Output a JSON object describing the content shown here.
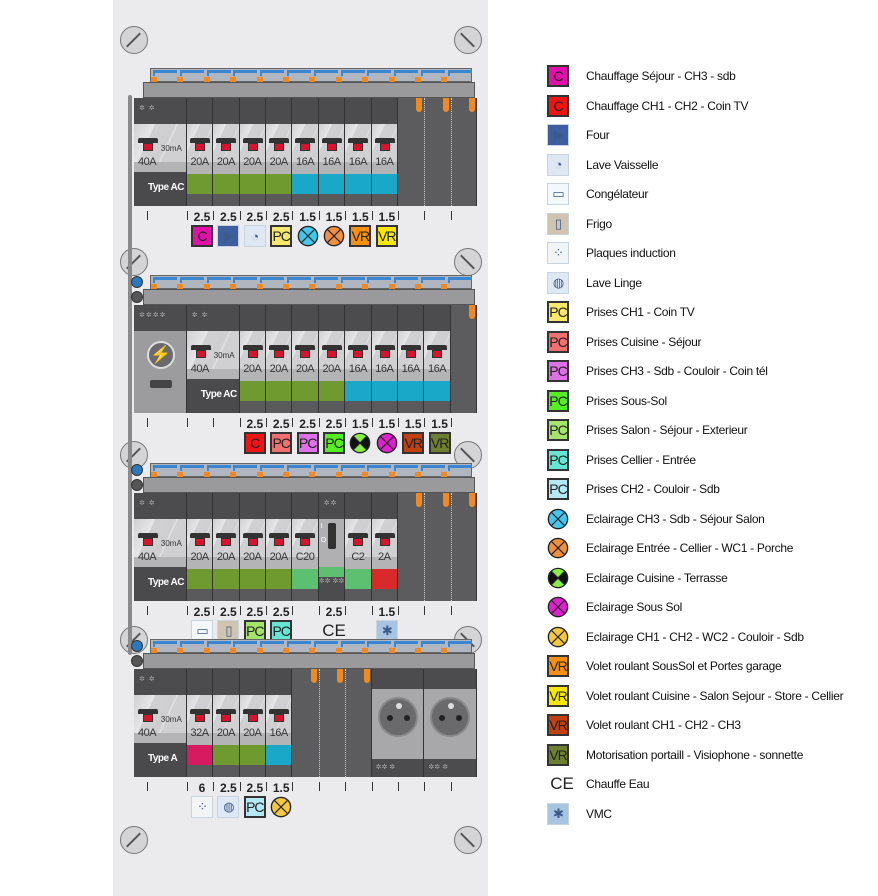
{
  "panel_rows": [
    {
      "columns": [
        {
          "type": "diff",
          "size": 2,
          "rating": "40A",
          "sensitivity": "30mA",
          "label": "Type AC"
        },
        {
          "type": "breaker",
          "rating": "20A",
          "color": "#6f9a30",
          "section": "2.5",
          "icon": "c_magenta"
        },
        {
          "type": "breaker",
          "rating": "20A",
          "color": "#6f9a30",
          "section": "2.5",
          "icon": "four"
        },
        {
          "type": "breaker",
          "rating": "20A",
          "color": "#6f9a30",
          "section": "2.5",
          "icon": "lave_vaisselle"
        },
        {
          "type": "breaker",
          "rating": "20A",
          "color": "#6f9a30",
          "section": "2.5",
          "icon": "pc_yellow"
        },
        {
          "type": "breaker",
          "rating": "16A",
          "color": "#1aa8c8",
          "section": "1.5",
          "icon": "lamp_cyan"
        },
        {
          "type": "breaker",
          "rating": "16A",
          "color": "#1aa8c8",
          "section": "1.5",
          "icon": "lamp_orange"
        },
        {
          "type": "breaker",
          "rating": "16A",
          "color": "#1aa8c8",
          "section": "1.5",
          "icon": "vr_orange"
        },
        {
          "type": "breaker",
          "rating": "16A",
          "color": "#1aa8c8",
          "section": "1.5",
          "icon": "vr_yellow"
        },
        {
          "type": "blank",
          "size": 3
        }
      ]
    },
    {
      "columns": [
        {
          "type": "main",
          "size": 2
        },
        {
          "type": "diff",
          "size": 2,
          "rating": "40A",
          "sensitivity": "30mA",
          "label": "Type AC"
        },
        {
          "type": "breaker",
          "rating": "20A",
          "color": "#6f9a30",
          "section": "2.5",
          "icon": "c_red"
        },
        {
          "type": "breaker",
          "rating": "20A",
          "color": "#6f9a30",
          "section": "2.5",
          "icon": "pc_salmon"
        },
        {
          "type": "breaker",
          "rating": "20A",
          "color": "#6f9a30",
          "section": "2.5",
          "icon": "pc_violet"
        },
        {
          "type": "breaker",
          "rating": "20A",
          "color": "#6f9a30",
          "section": "2.5",
          "icon": "pc_green"
        },
        {
          "type": "breaker",
          "rating": "16A",
          "color": "#1aa8c8",
          "section": "1.5",
          "icon": "lamp_black_green"
        },
        {
          "type": "breaker",
          "rating": "16A",
          "color": "#1aa8c8",
          "section": "1.5",
          "icon": "lamp_magenta"
        },
        {
          "type": "breaker",
          "rating": "16A",
          "color": "#1aa8c8",
          "section": "1.5",
          "icon": "vr_brown"
        },
        {
          "type": "breaker",
          "rating": "16A",
          "color": "#1aa8c8",
          "section": "1.5",
          "icon": "vr_olive"
        },
        {
          "type": "blank",
          "size": 1
        }
      ]
    },
    {
      "columns": [
        {
          "type": "diff",
          "size": 2,
          "rating": "40A",
          "sensitivity": "30mA",
          "label": "Type AC"
        },
        {
          "type": "breaker",
          "rating": "20A",
          "color": "#6f9a30",
          "section": "2.5",
          "icon": "congelateur"
        },
        {
          "type": "breaker",
          "rating": "20A",
          "color": "#6f9a30",
          "section": "2.5",
          "icon": "frigo"
        },
        {
          "type": "breaker",
          "rating": "20A",
          "color": "#6f9a30",
          "section": "2.5",
          "icon": "pc_lightgreen"
        },
        {
          "type": "breaker",
          "rating": "20A",
          "color": "#6f9a30",
          "section": "2.5",
          "icon": "pc_cyan"
        },
        {
          "type": "breaker",
          "rating": "C20",
          "color": "#5cc070"
        },
        {
          "type": "contactor",
          "color": "#5cc070",
          "section": "2.5",
          "icon": "ce",
          "switch_on": "I",
          "switch_off": "O"
        },
        {
          "type": "breaker",
          "rating": "C2",
          "color": "#5cc070"
        },
        {
          "type": "breaker",
          "rating": "2A",
          "color": "#d82a2a",
          "section": "1.5",
          "icon": "vmc"
        },
        {
          "type": "blank",
          "size": 3
        }
      ]
    },
    {
      "columns": [
        {
          "type": "diff",
          "size": 2,
          "rating": "40A",
          "sensitivity": "30mA",
          "label": "Type A"
        },
        {
          "type": "breaker",
          "rating": "32A",
          "color": "#d81a60",
          "section": "6",
          "icon": "plaques"
        },
        {
          "type": "breaker",
          "rating": "20A",
          "color": "#6f9a30",
          "section": "2.5",
          "icon": "lave_linge"
        },
        {
          "type": "breaker",
          "rating": "20A",
          "color": "#6f9a30",
          "section": "2.5",
          "icon": "pc_lightblue"
        },
        {
          "type": "breaker",
          "rating": "16A",
          "color": "#1aa8c8",
          "section": "1.5",
          "icon": "lamp_yellow"
        },
        {
          "type": "blank",
          "size": 3
        },
        {
          "type": "socket",
          "size": 2
        },
        {
          "type": "socket",
          "size": 2
        }
      ]
    }
  ],
  "icons": {
    "c_magenta": {
      "kind": "box",
      "text": "C",
      "color": "#e010a8"
    },
    "c_red": {
      "kind": "box",
      "text": "C",
      "color": "#ee1414"
    },
    "four": {
      "kind": "appliance",
      "color": "#3d5fa0",
      "glyph": "▶"
    },
    "lave_vaisselle": {
      "kind": "appliance",
      "color": "#dfe8f2",
      "glyph": "◔"
    },
    "congelateur": {
      "kind": "appliance",
      "color": "#f4f8fc",
      "glyph": "▭"
    },
    "frigo": {
      "kind": "appliance",
      "color": "#cfc4b0",
      "glyph": "▯"
    },
    "plaques": {
      "kind": "appliance",
      "color": "#f2f4f6",
      "glyph": "⁘"
    },
    "lave_linge": {
      "kind": "appliance",
      "color": "#dfe9f6",
      "glyph": "◍"
    },
    "pc_yellow": {
      "kind": "box",
      "text": "PC",
      "color": "#f5e86a"
    },
    "pc_salmon": {
      "kind": "box",
      "text": "PC",
      "color": "#f07070"
    },
    "pc_violet": {
      "kind": "box",
      "text": "PC",
      "color": "#e070e8"
    },
    "pc_green": {
      "kind": "box",
      "text": "PC",
      "color": "#55ee22"
    },
    "pc_lightgreen": {
      "kind": "box",
      "text": "PC",
      "color": "#a4e46c"
    },
    "pc_cyan": {
      "kind": "box",
      "text": "PC",
      "color": "#66e4d4"
    },
    "pc_lightblue": {
      "kind": "box",
      "text": "PC",
      "color": "#b4e8f4"
    },
    "lamp_cyan": {
      "kind": "lamp",
      "color": "#40c8ee"
    },
    "lamp_orange": {
      "kind": "lamp",
      "color": "#f09040"
    },
    "lamp_black_green": {
      "kind": "lamp",
      "color": "#111111",
      "accent": "#88ee44"
    },
    "lamp_magenta": {
      "kind": "lamp",
      "color": "#e020d0"
    },
    "lamp_yellow": {
      "kind": "lamp",
      "color": "#f5c840"
    },
    "vr_orange": {
      "kind": "box",
      "text": "VR",
      "color": "#f59010"
    },
    "vr_yellow": {
      "kind": "box",
      "text": "VR",
      "color": "#f8e800"
    },
    "vr_brown": {
      "kind": "box",
      "text": "VR",
      "color": "#c04010"
    },
    "vr_olive": {
      "kind": "box",
      "text": "VR",
      "color": "#6e8030"
    },
    "ce": {
      "kind": "text",
      "text": "CE"
    },
    "vmc": {
      "kind": "appliance",
      "color": "#a8c4e0",
      "glyph": "✱"
    }
  },
  "legend": [
    {
      "icon": "c_magenta",
      "label": "Chauffage Séjour - CH3 - sdb"
    },
    {
      "icon": "c_red",
      "label": "Chauffage CH1 - CH2 - Coin TV"
    },
    {
      "icon": "four",
      "label": "Four"
    },
    {
      "icon": "lave_vaisselle",
      "label": "Lave Vaisselle"
    },
    {
      "icon": "congelateur",
      "label": "Congélateur"
    },
    {
      "icon": "frigo",
      "label": "Frigo"
    },
    {
      "icon": "plaques",
      "label": "Plaques induction"
    },
    {
      "icon": "lave_linge",
      "label": "Lave Linge"
    },
    {
      "icon": "pc_yellow",
      "label": "Prises CH1 - Coin TV"
    },
    {
      "icon": "pc_salmon",
      "label": "Prises Cuisine - Séjour"
    },
    {
      "icon": "pc_violet",
      "label": "Prises CH3 - Sdb - Couloir - Coin tél"
    },
    {
      "icon": "pc_green",
      "label": "Prises Sous-Sol"
    },
    {
      "icon": "pc_lightgreen",
      "label": "Prises Salon - Séjour - Exterieur"
    },
    {
      "icon": "pc_cyan",
      "label": "Prises Cellier - Entrée"
    },
    {
      "icon": "pc_lightblue",
      "label": "Prises CH2 - Couloir - Sdb"
    },
    {
      "icon": "lamp_cyan",
      "label": "Eclairage CH3 - Sdb - Séjour Salon"
    },
    {
      "icon": "lamp_orange",
      "label": "Eclairage Entrée  - Cellier - WC1 - Porche"
    },
    {
      "icon": "lamp_black_green",
      "label": "Eclairage Cuisine - Terrasse"
    },
    {
      "icon": "lamp_magenta",
      "label": "Eclairage Sous Sol"
    },
    {
      "icon": "lamp_yellow",
      "label": "Eclairage CH1 - CH2 - WC2 - Couloir - Sdb"
    },
    {
      "icon": "vr_orange",
      "label": "Volet roulant SousSol et Portes garage"
    },
    {
      "icon": "vr_yellow",
      "label": "Volet roulant Cuisine - Salon Sejour - Store - Cellier"
    },
    {
      "icon": "vr_brown",
      "label": "Volet roulant CH1 - CH2 - CH3"
    },
    {
      "icon": "vr_olive",
      "label": "Motorisation portaill - Visiophone - sonnette"
    },
    {
      "icon": "ce",
      "label": "Chauffe Eau"
    },
    {
      "icon": "vmc",
      "label": "VMC"
    }
  ]
}
